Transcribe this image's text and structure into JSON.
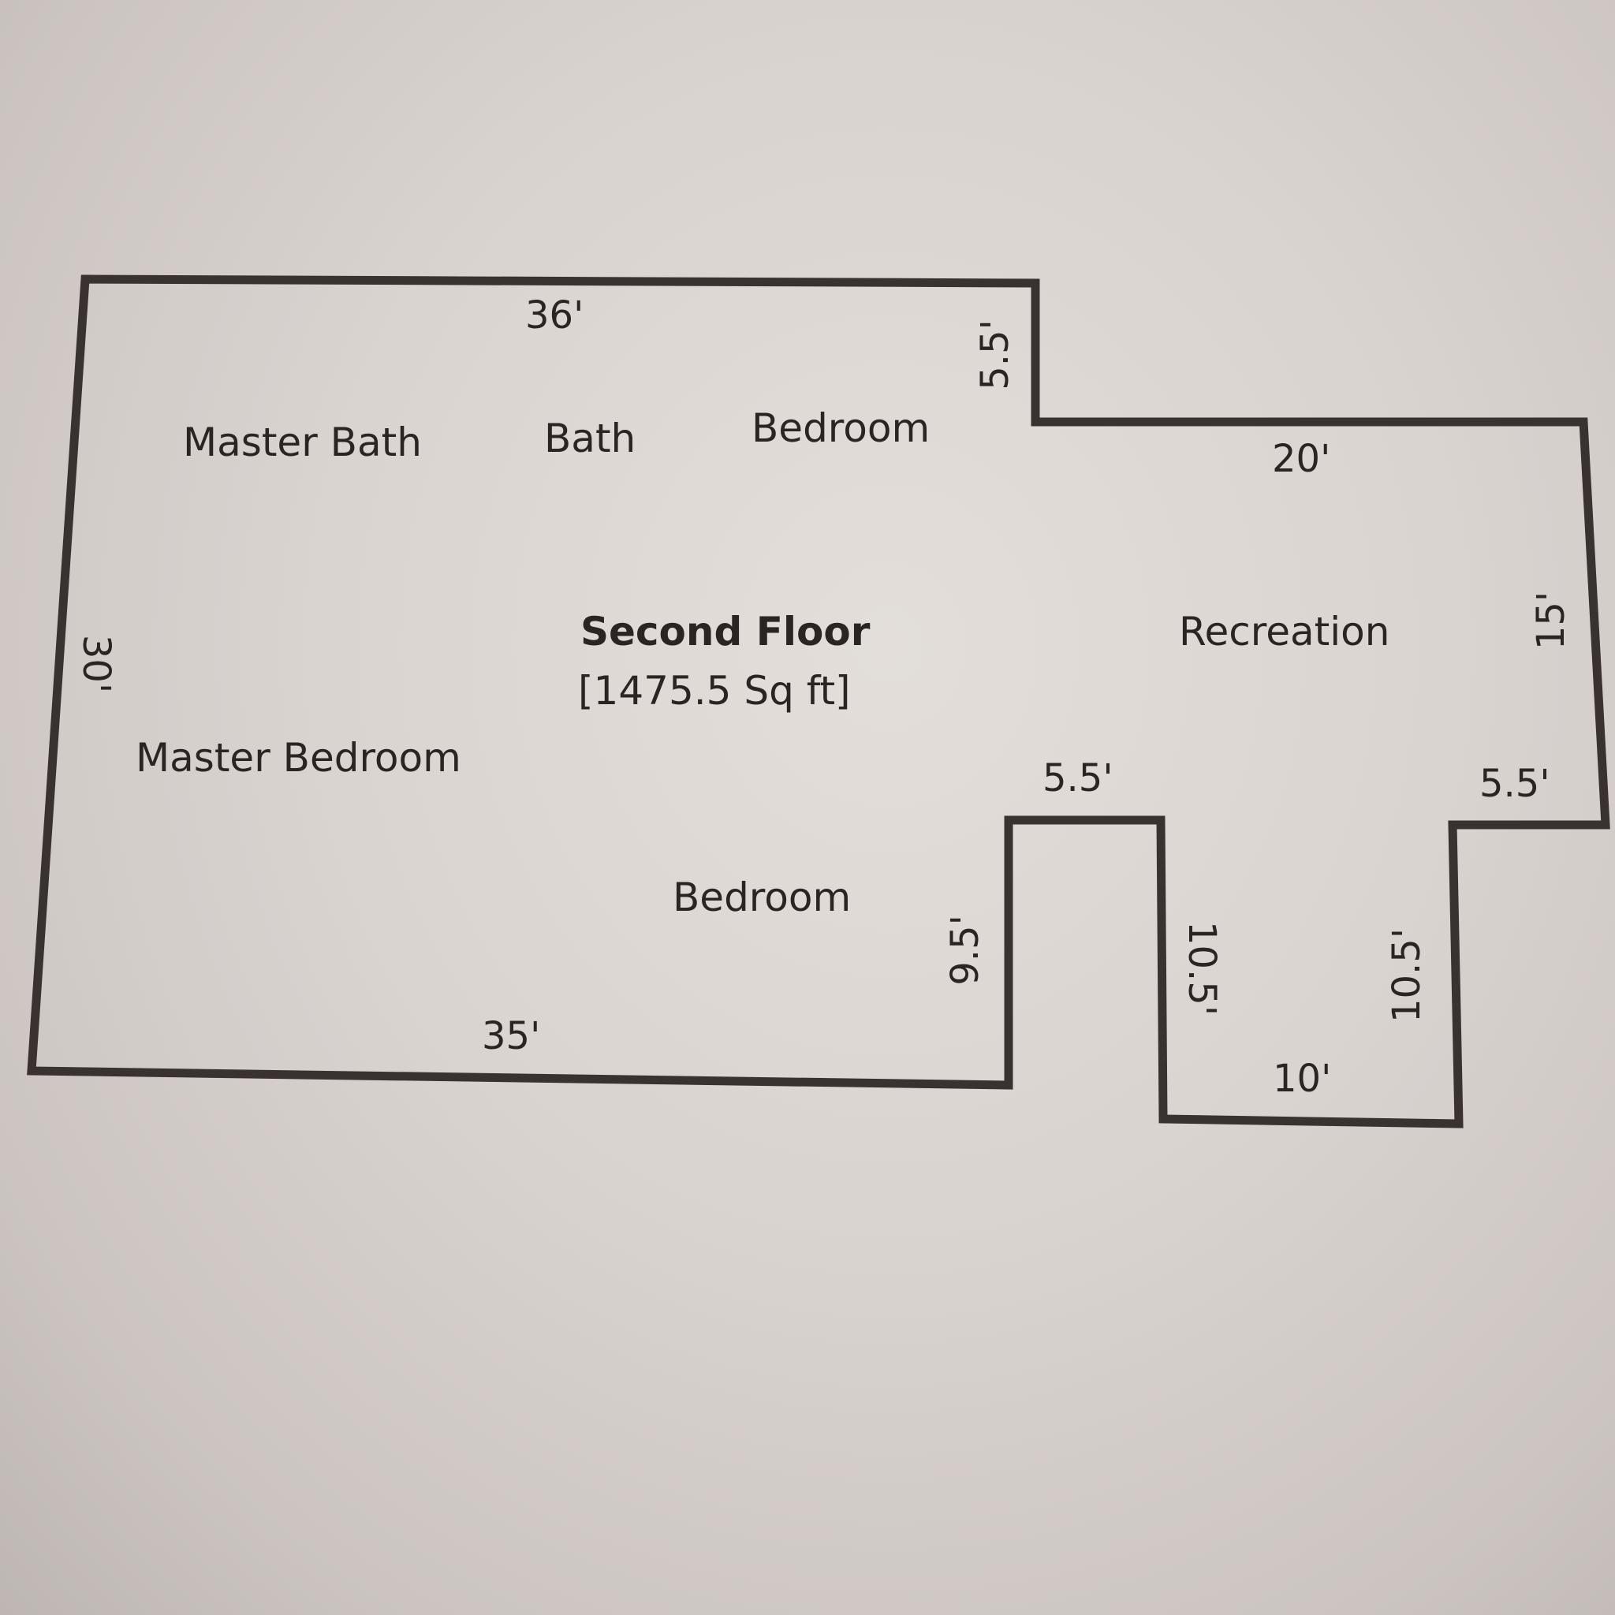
{
  "plan": {
    "title": "Second Floor",
    "area": "[1475.5 Sq ft]",
    "line_color": "#3a3230",
    "rooms": {
      "master_bath": "Master Bath",
      "bath": "Bath",
      "bedroom_top": "Bedroom",
      "recreation": "Recreation",
      "master_bedroom": "Master Bedroom",
      "bedroom_bottom": "Bedroom"
    },
    "dimensions": {
      "top": "36'",
      "top_right_notch": "5.5'",
      "right_upper": "20'",
      "right_side": "15'",
      "right_step": "5.5'",
      "left_side": "30'",
      "bottom": "35'",
      "bottom_notch_left": "9.5'",
      "notch_top": "5.5'",
      "inner_left": "10.5'",
      "inner_right": "10.5'",
      "notch_bottom": "10'"
    }
  }
}
